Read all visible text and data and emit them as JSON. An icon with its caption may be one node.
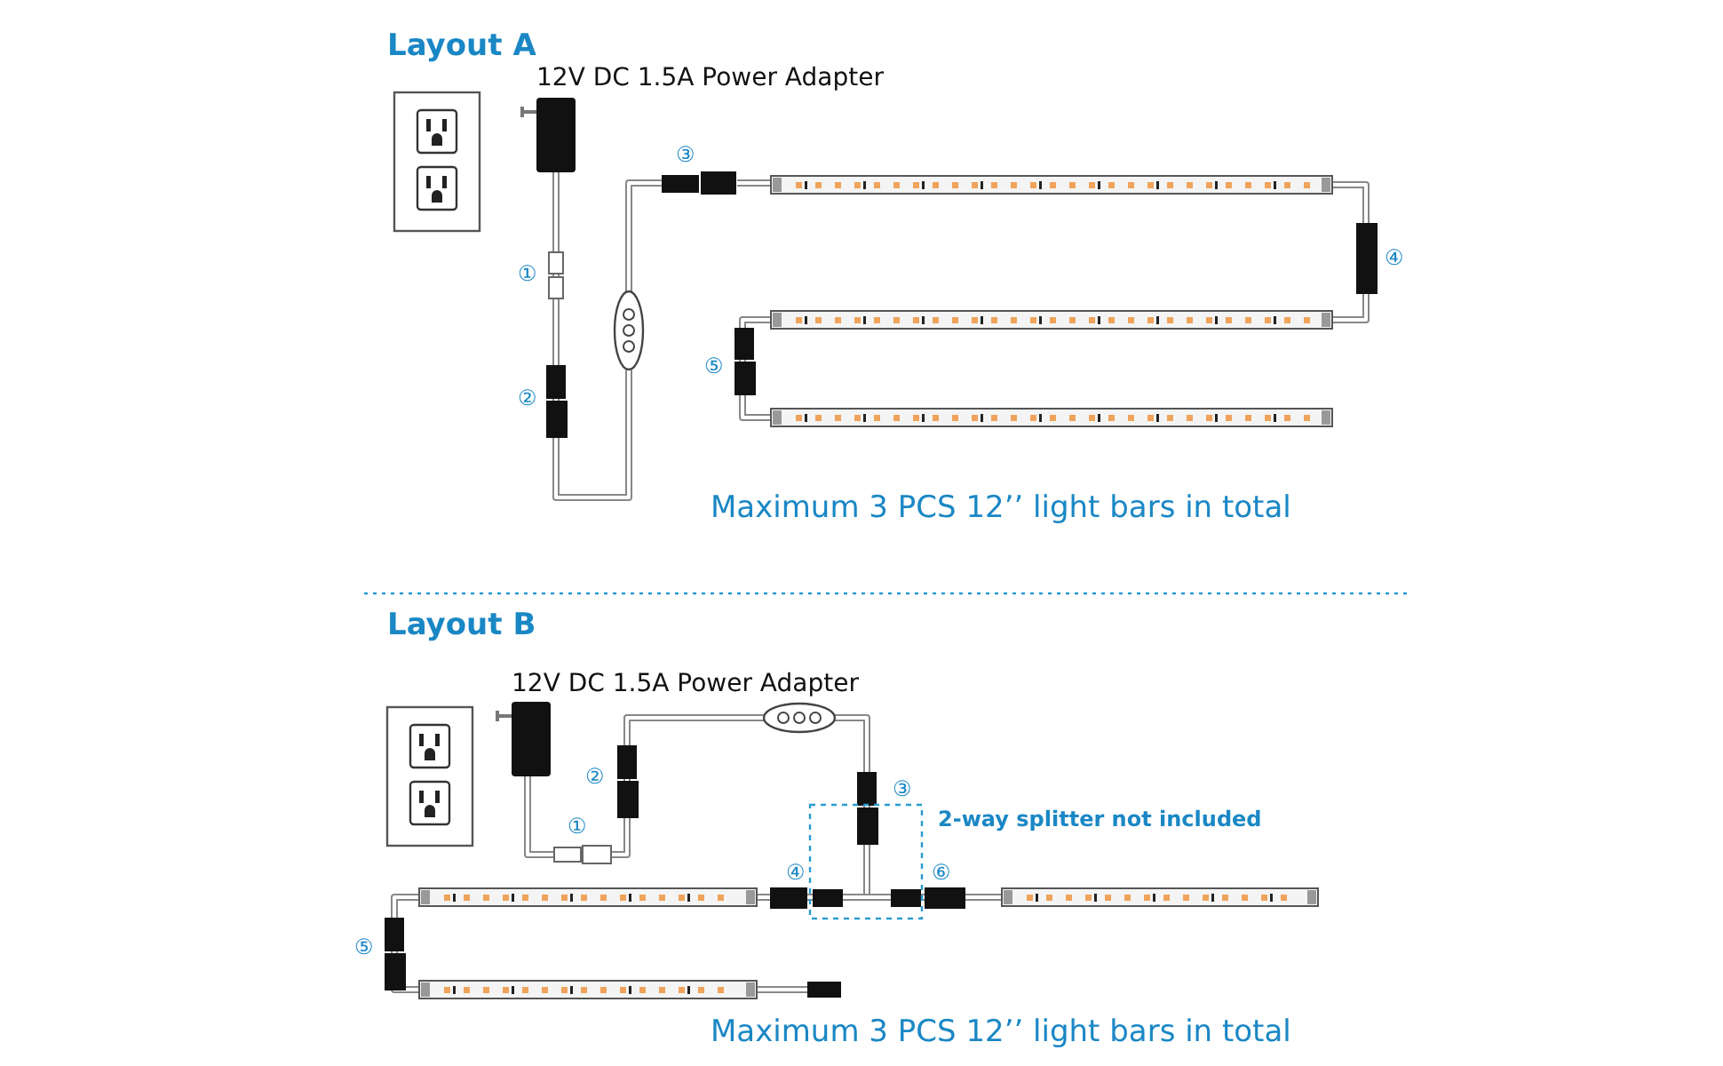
{
  "diagram": {
    "labels": [
      "Layout A",
      "12V DC 1.5A Power Adapter",
      "③",
      "④",
      "①",
      "⑤",
      "②",
      "Maximum 3 PCS 12’’ light bars in total",
      "Layout B",
      "12V DC 1.5A Power Adapter",
      "②",
      "③",
      "2-way splitter not included",
      "①",
      "④",
      "⑥",
      "⑤",
      "Maximum 3 PCS 12’’ light bars in total"
    ]
  }
}
